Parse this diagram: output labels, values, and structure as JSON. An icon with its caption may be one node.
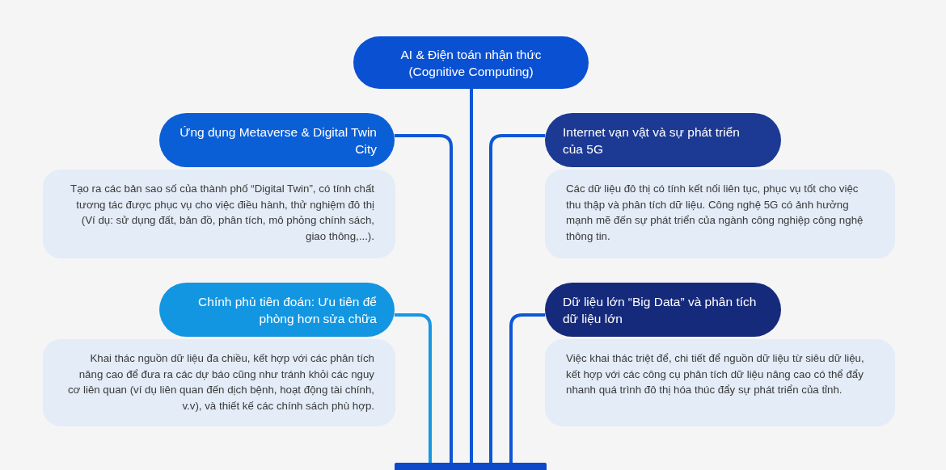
{
  "diagram": {
    "nodes": [
      {
        "text": [
          "AI & Điện toán nhận thức (Cognitive Computing)"
        ]
      },
      {
        "text": [
          "Ứng dụng Metaverse & Digital Twin City"
        ]
      },
      {
        "text": [
          "Tạo ra các bản sao số của thành phố “Digital Twin”, có tính chất tương tác được phục vụ cho việc điều hành, thử nghiệm đô thị (Ví dụ: sử dụng đất, bản đồ, phân tích, mô phỏng chính sách, giao thông,...)."
        ]
      },
      {
        "text": [
          "Internet vạn vật và sự phát triển của 5G"
        ]
      },
      {
        "text": [
          "Các dữ liệu đô thị có tính kết nối liên tục, phục vụ tốt cho việc thu thập và phân tích dữ liệu. Công nghệ 5G có ảnh hưởng mạnh mẽ đến sự phát triển của ngành công nghiệp công nghệ thông tin."
        ]
      },
      {
        "text": [
          "Chính phủ tiên đoán: Ưu tiên để phòng hơn sửa chữa"
        ]
      },
      {
        "text": [
          "Khai thác nguồn dữ liệu đa chiều, kết hợp với các phân tích nâng cao để đưa ra các dự báo cũng như tránh khỏi các nguy cơ liên quan (ví dụ liên quan đến dịch bệnh, hoạt động tài chính, v.v), và thiết kế các chính sách phù hợp."
        ]
      },
      {
        "text": [
          "Dữ liệu lớn “Big Data” và phân tích dữ liệu lớn"
        ]
      },
      {
        "text": [
          "Việc khai thác triệt để, chi tiết để nguồn dữ liệu từ siêu dữ liệu, kết hợp với các công cụ phân tích dữ liệu nâng cao có thể đẩy nhanh quá trình đô thị hóa thúc đẩy sự phát triển của tỉnh."
        ]
      },
      {
        "text": [],
        "shape": "bar"
      }
    ],
    "edges": [
      {
        "from": 0,
        "to": 9,
        "arrow": "none"
      },
      {
        "from": 1,
        "to": 9,
        "arrow": "none"
      },
      {
        "from": 3,
        "to": 9,
        "arrow": "none"
      },
      {
        "from": 5,
        "to": 9,
        "arrow": "none",
        "color": "#1796e4"
      },
      {
        "from": 7,
        "to": 9,
        "arrow": "none"
      }
    ]
  }
}
